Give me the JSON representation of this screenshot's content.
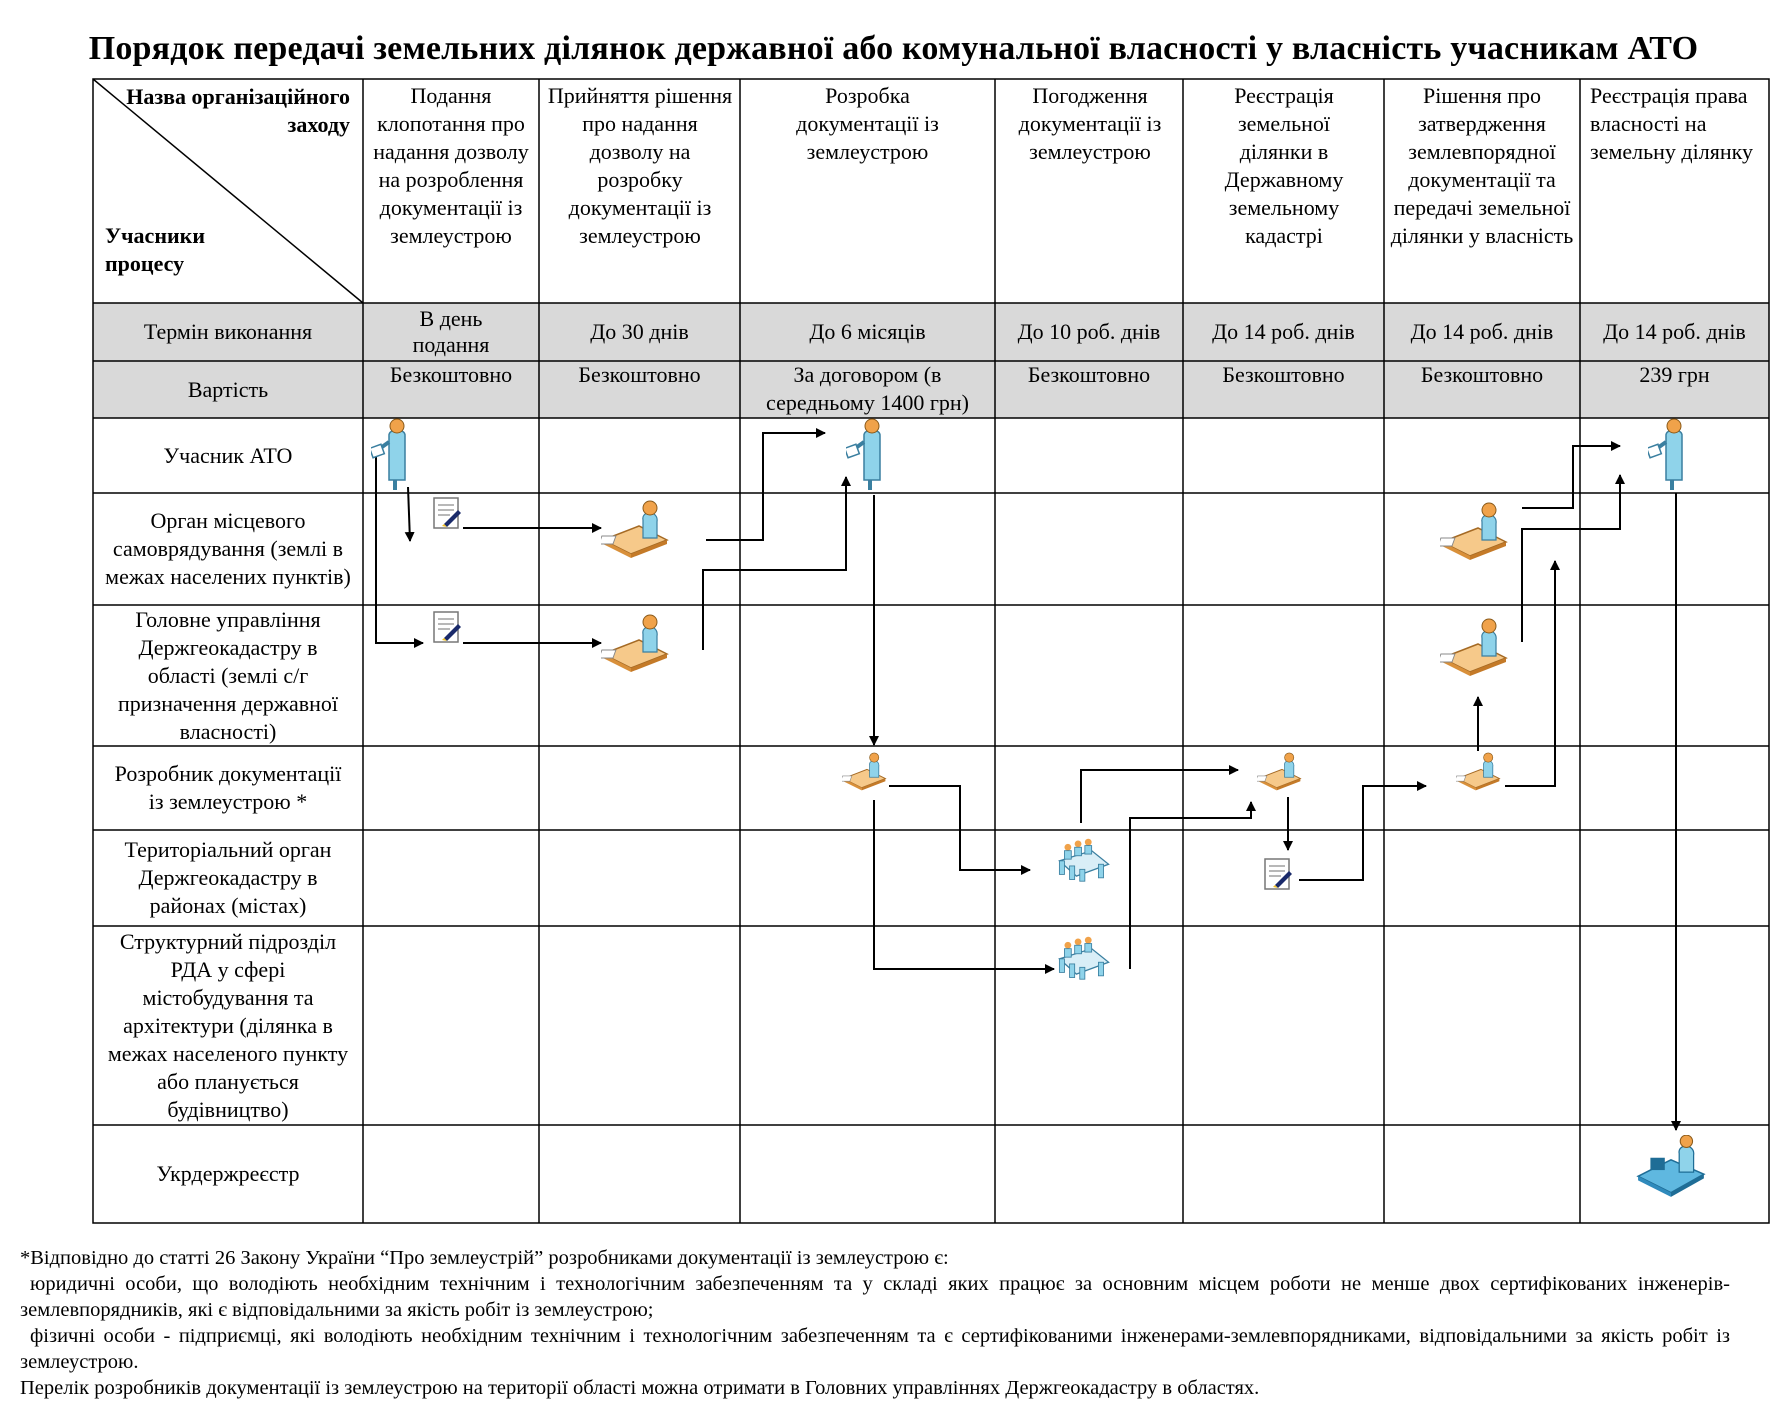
{
  "title": "Порядок передачі земельних ділянок державної або комунальної власності у власність учасникам АТО",
  "corner": {
    "top": "Назва організаційного заходу",
    "bottom": "Учасники процесу"
  },
  "stages": [
    {
      "name": "Подання клопотання про надання дозволу на розроблення документації із землеустрою",
      "term": "В день подання",
      "cost": "Безкоштовно"
    },
    {
      "name": "Прийняття рішення про надання дозволу на розробку документації із землеустрою",
      "term": "До 30 днів",
      "cost": "Безкоштовно"
    },
    {
      "name": "Розробка документації із землеустрою",
      "term": "До 6 місяців",
      "cost": "За договором (в середньому 1400 грн)"
    },
    {
      "name": "Погодження документації із землеустрою",
      "term": "До 10 роб. днів",
      "cost": "Безкоштовно"
    },
    {
      "name": "Реєстрація земельної ділянки в Державному земельному кадастрі",
      "term": "До 14 роб. днів",
      "cost": "Безкоштовно"
    },
    {
      "name": "Рішення про затвердження землевпорядної документації та передачі земельної ділянки у власність",
      "term": "До 14 роб. днів",
      "cost": "Безкоштовно"
    },
    {
      "name": "Реєстрація права власності на земельну ділянку",
      "term": "До 14 роб. днів",
      "cost": "239 грн"
    }
  ],
  "row_labels": {
    "term": "Термін виконання",
    "cost": "Вартість"
  },
  "participants": [
    "Учасник АТО",
    "Орган місцевого самоврядування (землі в межах населених пунктів)",
    "Головне управління Держгеокадастру в області (землі с/г призначення державної власності)",
    "Розробник документації із землеустрою *",
    "Територіальний орган Держгеокадастру в районах (містах)",
    "Структурний підрозділ РДА у сфері містобудування та архітектури (ділянка в межах населеного пункту або планується будівництво)",
    "Укрдержреєстр"
  ],
  "footnote": {
    "line1": "*Відповідно до статті 26 Закону України “Про землеустрій” розробниками документації із землеустрою є:",
    "line2": "юридичні особи, що володіють необхідним технічним і технологічним забезпеченням та у складі яких працює за основним місцем роботи не менше двох сертифікованих інженерів-землевпорядників, які є відповідальними за якість робіт із землеустрою;",
    "line3": "фізичні особи - підприємці, які володіють необхідним технічним і технологічним забезпеченням та є сертифікованими інженерами-землевпорядниками, відповідальними за якість робіт із землеустрою.",
    "line4": "Перелік розробників документації із землеустрою на території області можна отримати в Головних управліннях Держгеокадастру в областях."
  },
  "icons": {
    "person": "standing-person-icon",
    "document": "document-pen-icon",
    "desk": "desk-worker-icon",
    "meeting": "meeting-group-icon",
    "registry": "computer-worker-icon"
  },
  "colors": {
    "header_gray": "#d9d9d9",
    "icon_blue": "#8fd3ea",
    "icon_orange": "#f0a24a"
  }
}
